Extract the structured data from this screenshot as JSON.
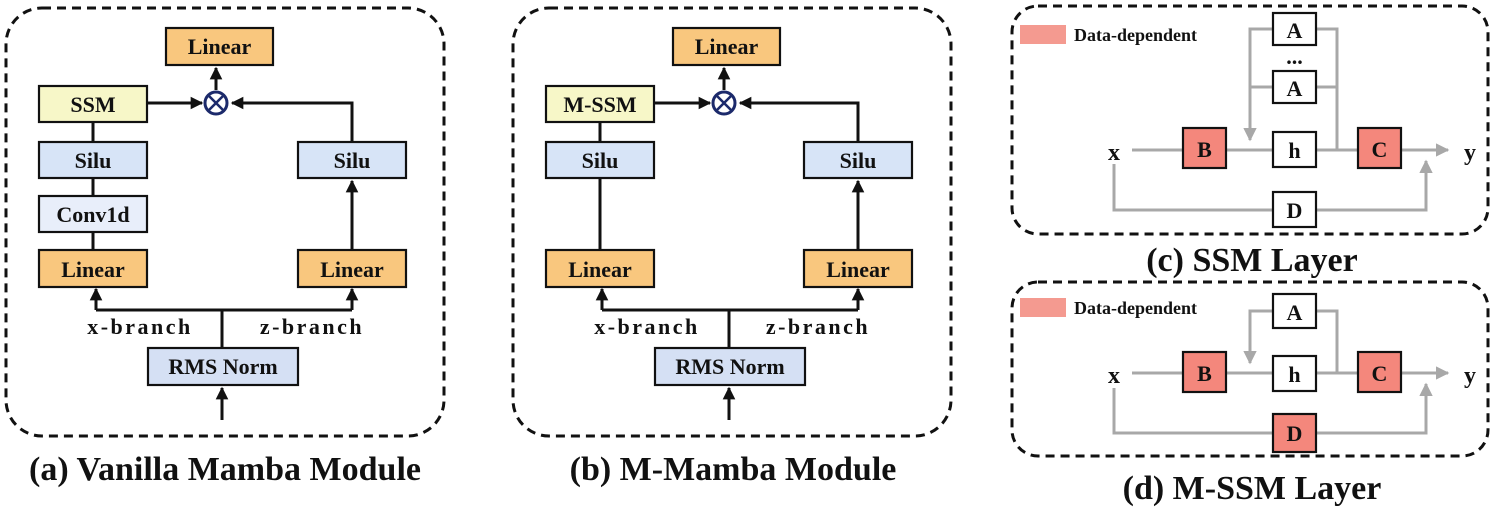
{
  "panels": {
    "vanilla": {
      "caption": "(a) Vanilla Mamba Module",
      "top_linear": "Linear",
      "ssm": "SSM",
      "left_silu": "Silu",
      "conv": "Conv1d",
      "left_linear": "Linear",
      "right_silu": "Silu",
      "right_linear": "Linear",
      "x_branch": "x-branch",
      "z_branch": "z-branch",
      "norm": "RMS Norm",
      "multiply_symbol": "⊗"
    },
    "mmamba": {
      "caption": "(b) M-Mamba Module",
      "top_linear": "Linear",
      "ssm": "M-SSM",
      "left_silu": "Silu",
      "left_linear": "Linear",
      "right_silu": "Silu",
      "right_linear": "Linear",
      "x_branch": "x-branch",
      "z_branch": "z-branch",
      "norm": "RMS Norm",
      "multiply_symbol": "⊗"
    },
    "ssm_layer": {
      "caption": "(c) SSM Layer",
      "legend": "Data-dependent",
      "a_top": "A",
      "ellipsis": "...",
      "a_bottom": "A",
      "x": "x",
      "b": "B",
      "h": "h",
      "c": "C",
      "y": "y",
      "d": "D"
    },
    "mssm_layer": {
      "caption": "(d) M-SSM Layer",
      "legend": "Data-dependent",
      "a": "A",
      "x": "x",
      "b": "B",
      "h": "h",
      "c": "C",
      "y": "y",
      "d": "D"
    }
  },
  "colors": {
    "linear": "#f9c77e",
    "ssm": "#f7f7c8",
    "silu": "#d7e4f7",
    "conv": "#e8eefa",
    "norm": "#d5e0f4",
    "data_dependent": "#f4877c",
    "legend_swatch": "#f49a90",
    "grey_line": "#a8a8a8",
    "multiply": "#1c2a6b"
  }
}
